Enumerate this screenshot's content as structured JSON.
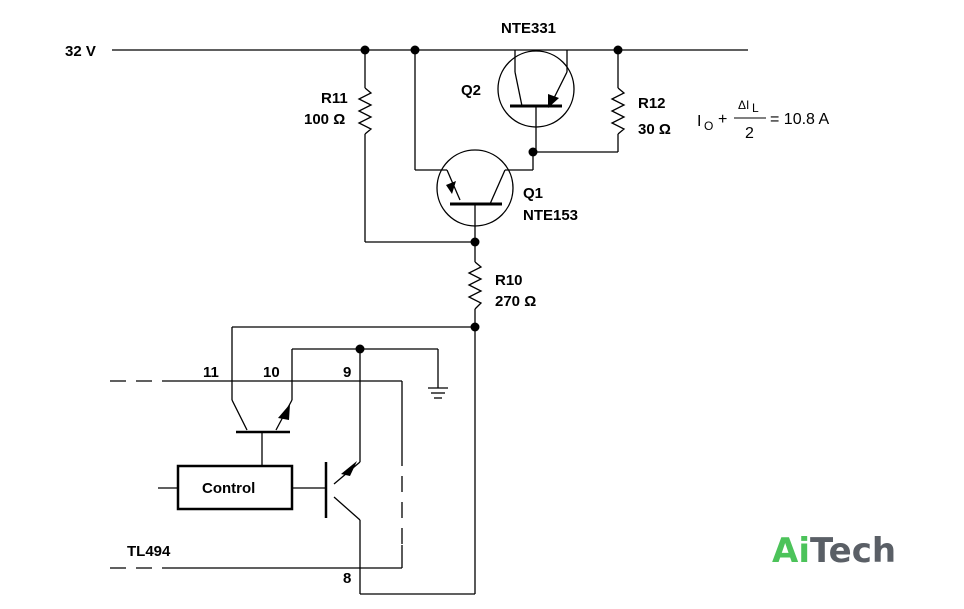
{
  "supply": {
    "label": "32 V"
  },
  "q2": {
    "part": "NTE331",
    "ref": "Q2"
  },
  "q1": {
    "part": "NTE153",
    "ref": "Q1"
  },
  "r11": {
    "ref": "R11",
    "value": "100 Ω"
  },
  "r12": {
    "ref": "R12",
    "value": "30 Ω"
  },
  "r10": {
    "ref": "R10",
    "value": "270 Ω"
  },
  "formula": {
    "io": "I",
    "io_sub": "O",
    "plus": "+",
    "dil": "ΔI",
    "dil_sub": "L",
    "den": "2",
    "rhs": "= 10.8 A"
  },
  "ic": {
    "name": "TL494",
    "control": "Control",
    "pins": {
      "p11": "11",
      "p10": "10",
      "p9": "9",
      "p8": "8"
    }
  },
  "watermark": {
    "part1": "Ai",
    "part2": "Tech",
    "color1": "#4cc35a",
    "color2": "#5a5f66"
  }
}
